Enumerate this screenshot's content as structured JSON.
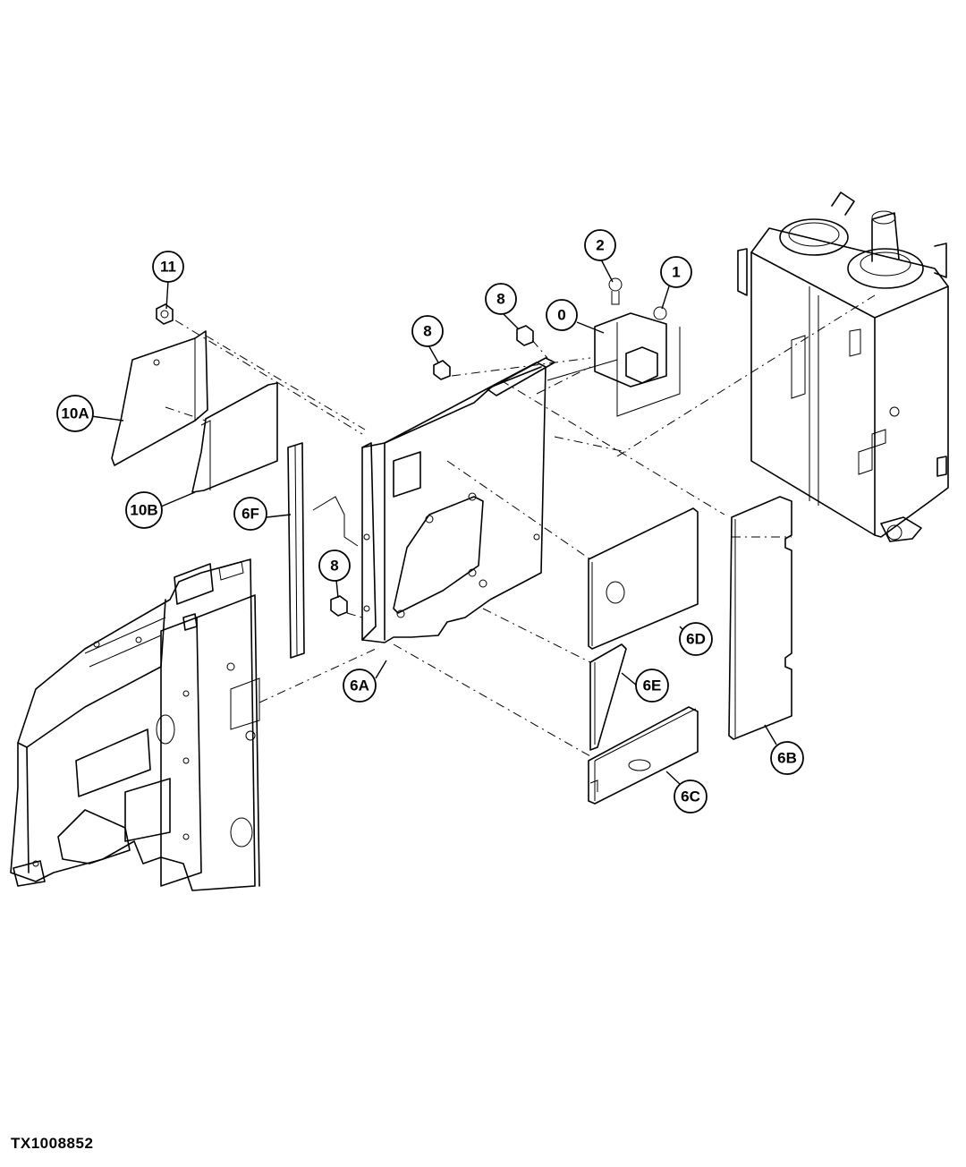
{
  "figure_id": "TX1008852",
  "callouts": [
    {
      "key": "c11",
      "label": "11"
    },
    {
      "key": "c2",
      "label": "2"
    },
    {
      "key": "c1",
      "label": "1"
    },
    {
      "key": "c8a",
      "label": "8"
    },
    {
      "key": "c0",
      "label": "0"
    },
    {
      "key": "c8b",
      "label": "8"
    },
    {
      "key": "c10a",
      "label": "10A"
    },
    {
      "key": "c10b",
      "label": "10B"
    },
    {
      "key": "c6f",
      "label": "6F"
    },
    {
      "key": "c8c",
      "label": "8"
    },
    {
      "key": "c6d",
      "label": "6D"
    },
    {
      "key": "c6e",
      "label": "6E"
    },
    {
      "key": "c6a",
      "label": "6A"
    },
    {
      "key": "c6b",
      "label": "6B"
    },
    {
      "key": "c6c",
      "label": "6C"
    }
  ]
}
